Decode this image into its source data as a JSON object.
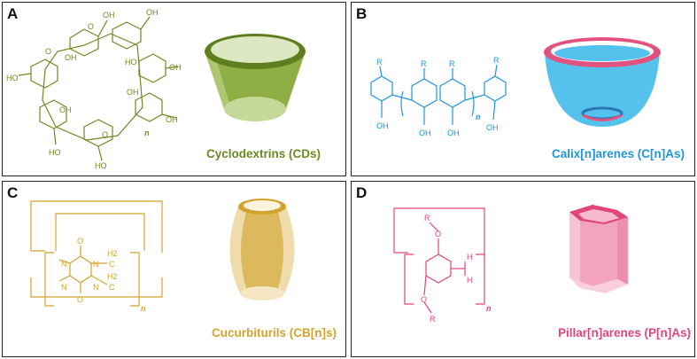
{
  "panels": [
    {
      "letter": "A",
      "caption": "Cyclodextrins (CDs)",
      "color": "#6b8a22"
    },
    {
      "letter": "B",
      "caption": "Calix[n]arenes (C[n]As)",
      "color": "#2196d8"
    },
    {
      "letter": "C",
      "caption": "Cucurbiturils (CB[n]s)",
      "color": "#d2a42e"
    },
    {
      "letter": "D",
      "caption": "Pillar[n]arenes (P[n]As)",
      "color": "#e0457b"
    }
  ],
  "structures": {
    "cd": {
      "oh": "OH",
      "ho": "HO",
      "o": "O",
      "n": "n"
    },
    "calix": {
      "r": "R",
      "oh": "OH",
      "n": "n"
    },
    "cb": {
      "o": "O",
      "n_atom": "N",
      "h2": "H2",
      "c": "C",
      "n": "n"
    },
    "pillar": {
      "r": "R",
      "o": "O",
      "h": "H",
      "n": "n"
    }
  }
}
